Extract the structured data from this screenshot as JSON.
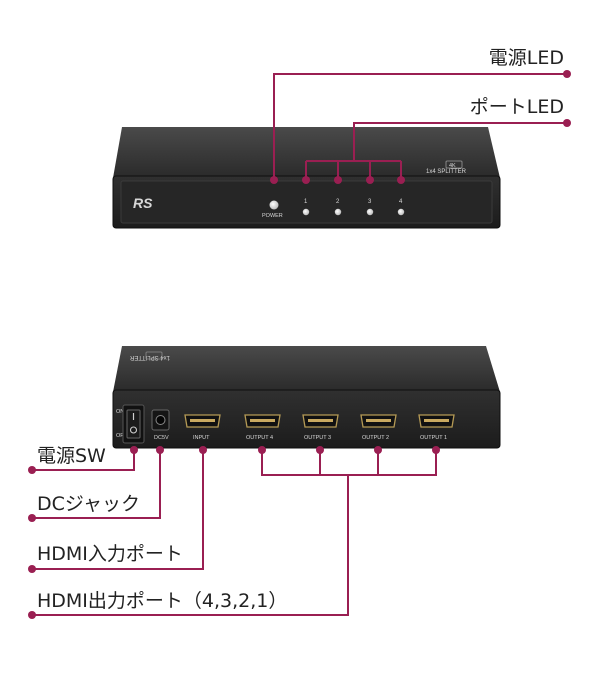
{
  "colors": {
    "accent": "#9a1f52",
    "device_body": "#2b2b2b",
    "device_edge": "#111111",
    "led": "#d9d9d9"
  },
  "front_view": {
    "logo": "RS",
    "panel_label": "1x4 SPLITTER",
    "badge": "4K",
    "power_label": "POWER",
    "port_numbers": [
      "1",
      "2",
      "3",
      "4"
    ]
  },
  "rear_view": {
    "switch_labels": {
      "on": "ON",
      "off": "OFF"
    },
    "dc_label": "DC5V",
    "ports": [
      "INPUT",
      "OUTPUT 4",
      "OUTPUT 3",
      "OUTPUT 2",
      "OUTPUT 1"
    ]
  },
  "callouts": {
    "power_led": "電源LED",
    "port_led": "ポートLED",
    "power_sw": "電源SW",
    "dc_jack": "DCジャック",
    "hdmi_in": "HDMI入力ポート",
    "hdmi_out": "HDMI出力ポート（4,3,2,1）"
  }
}
